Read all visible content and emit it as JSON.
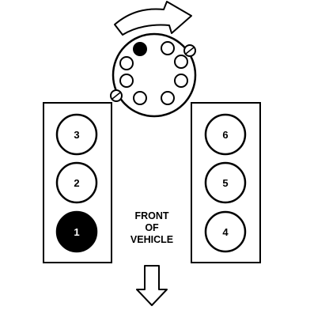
{
  "diagram": {
    "front_label": [
      "FRONT",
      "OF",
      "VEHICLE"
    ],
    "cylinders_left_bank": [
      {
        "label": "3",
        "filled": false
      },
      {
        "label": "2",
        "filled": false
      },
      {
        "label": "1",
        "filled": true
      }
    ],
    "cylinders_right_bank": [
      {
        "label": "6",
        "filled": false
      },
      {
        "label": "5",
        "filled": false
      },
      {
        "label": "4",
        "filled": false
      }
    ],
    "distributor_cap": {
      "terminal_count": 8,
      "filled_terminal": 1,
      "rotation": "clockwise"
    },
    "colors": {
      "line": "#000000",
      "background": "#ffffff",
      "filled": "#000000"
    }
  }
}
